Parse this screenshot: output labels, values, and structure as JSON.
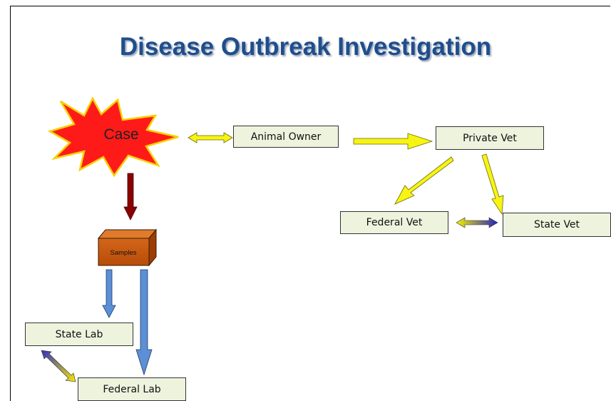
{
  "title": "Disease Outbreak Investigation",
  "nodes": {
    "case": "Case",
    "animal_owner": "Animal Owner",
    "private_vet": "Private Vet",
    "federal_vet": "Federal Vet",
    "state_vet": "State Vet",
    "samples": "Samples",
    "state_lab": "State Lab",
    "federal_lab": "Federal Lab"
  },
  "colors": {
    "title": "#1f4e8c",
    "box_fill": "#eef3de",
    "starburst_fill": "#ff1a1a",
    "starburst_outline": "#f5d000",
    "arrow_yellow": "#f7f414",
    "arrow_dark_red": "#8b0000",
    "arrow_blue": "#5b8fd6",
    "samples_box": "#cc5a10"
  }
}
